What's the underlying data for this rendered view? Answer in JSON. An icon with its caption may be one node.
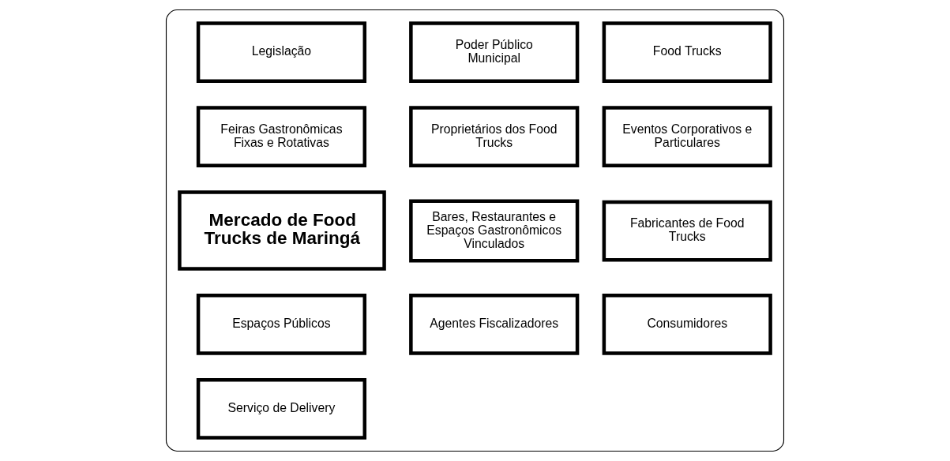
{
  "diagram": {
    "nodes": [
      {
        "text": [],
        "shape": "box"
      },
      {
        "text": [
          "Legislação"
        ],
        "in": 0
      },
      {
        "text": [
          "Poder Público Municipal"
        ],
        "in": 0
      },
      {
        "text": [
          "Food Trucks"
        ],
        "in": 0
      },
      {
        "text": [
          "Feiras Gastronômicas Fixas e Rotativas"
        ],
        "in": 0
      },
      {
        "text": [
          "Proprietários dos Food Trucks"
        ],
        "in": 0
      },
      {
        "text": [
          "Eventos Corporativos e Particulares"
        ],
        "in": 0
      },
      {
        "text": [
          "Mercado de Food Trucks de Maringá"
        ],
        "in": 0
      },
      {
        "text": [
          "Bares, Restaurantes e Espaços Gastronômicos Vinculados"
        ],
        "in": 0
      },
      {
        "text": [
          "Fabricantes de Food Trucks"
        ],
        "in": 0
      },
      {
        "text": [
          "Espaços Públicos"
        ],
        "in": 0
      },
      {
        "text": [
          "Agentes Fiscalizadores"
        ],
        "in": 0
      },
      {
        "text": [
          "Consumidores"
        ],
        "in": 0
      },
      {
        "text": [
          "Serviço de Delivery"
        ],
        "in": 0
      }
    ]
  }
}
